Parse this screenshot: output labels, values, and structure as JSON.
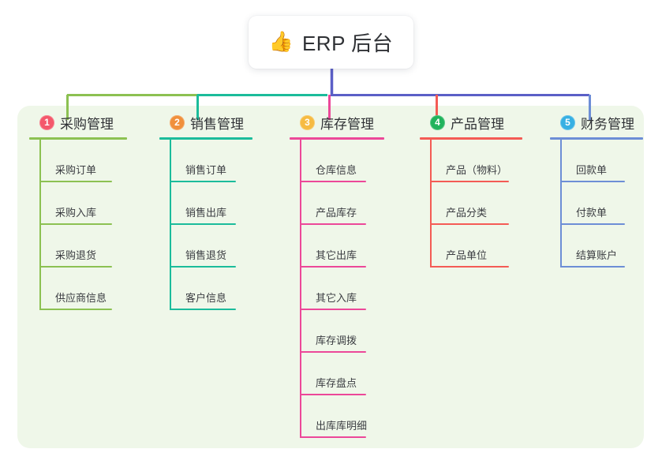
{
  "diagram": {
    "type": "mindmap",
    "title": "ERP 后台",
    "root": {
      "icon": "thumbs-up-icon",
      "emoji": "👍",
      "label": "ERP 后台"
    },
    "panel_color": "#eff7e9",
    "background_color": "#ffffff",
    "trunk_color": "#5b5fc7",
    "branches": [
      {
        "index": "1",
        "label": "采购管理",
        "badge_color": "#f4586b",
        "line_color": "#8cc152",
        "items": [
          "采购订单",
          "采购入库",
          "采购退货",
          "供应商信息"
        ]
      },
      {
        "index": "2",
        "label": "销售管理",
        "badge_color": "#f0903c",
        "line_color": "#1bbc9b",
        "items": [
          "销售订单",
          "销售出库",
          "销售退货",
          "客户信息"
        ]
      },
      {
        "index": "3",
        "label": "库存管理",
        "badge_color": "#f6bb42",
        "line_color": "#ec4899",
        "items": [
          "仓库信息",
          "产品库存",
          "其它出库",
          "其它入库",
          "库存调拨",
          "库存盘点",
          "出库库明细"
        ]
      },
      {
        "index": "4",
        "label": "产品管理",
        "badge_color": "#21b35c",
        "line_color": "#f45b55",
        "items": [
          "产品（物料）",
          "产品分类",
          "产品单位"
        ]
      },
      {
        "index": "5",
        "label": "财务管理",
        "badge_color": "#37b0e3",
        "line_color": "#6d8ed6",
        "items": [
          "回款单",
          "付款单",
          "结算账户"
        ]
      }
    ]
  }
}
